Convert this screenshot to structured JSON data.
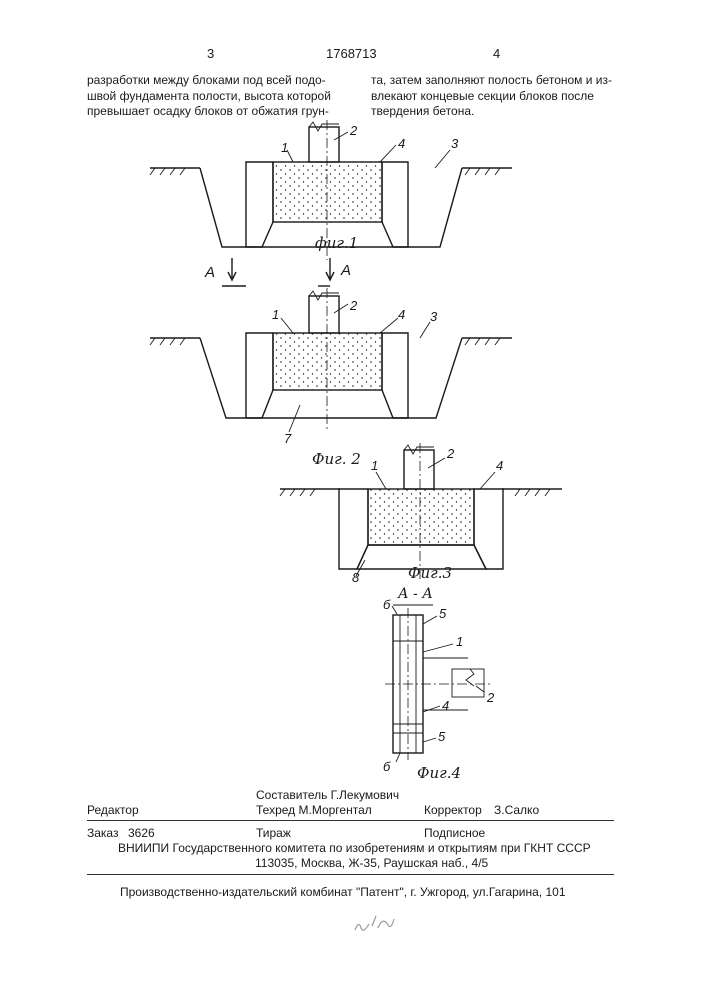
{
  "header": {
    "page_left": "3",
    "patent_number": "1768713",
    "page_right": "4"
  },
  "left_column": [
    "разработки между блоками под всей подо-",
    "швой фундамента полости, высота которой",
    "превышает осадку блоков от обжатия грун-"
  ],
  "right_column": [
    "та, затем заполняют полость бетоном и из-",
    "влекают концевые секции блоков после",
    "твердения бетона."
  ],
  "figures": {
    "fig1": {
      "caption": "фиг.1",
      "labels": [
        "1",
        "2",
        "4",
        "3"
      ]
    },
    "section_marks": [
      "А",
      "А"
    ],
    "fig2": {
      "caption": "Фиг. 2",
      "labels": [
        "1",
        "2",
        "4",
        "3",
        "7"
      ]
    },
    "fig3": {
      "caption": "Фиг.3",
      "labels": [
        "1",
        "2",
        "4",
        "8"
      ]
    },
    "fig4": {
      "caption": "Фиг.4",
      "title": "А - А",
      "labels": [
        "б",
        "5",
        "1",
        "2",
        "4",
        "5",
        "б"
      ]
    }
  },
  "footer": {
    "compiler": "Составитель Г.Лекумович",
    "editor_label": "Редактор",
    "techred": "Техред М.Моргентал",
    "corrector": "Корректор",
    "corrector_name": "З.Салко",
    "order": "Заказ",
    "order_number": "3626",
    "circulation": "Тираж",
    "subscription": "Подписное",
    "org_line": "ВНИИПИ Государственного комитета по изобретениям и открытиям при ГКНТ СССР",
    "address": "113035, Москва, Ж-35, Раушская наб., 4/5",
    "publisher": "Производственно-издательский комбинат \"Патент\", г. Ужгород, ул.Гагарина, 101"
  },
  "colors": {
    "ink": "#1a1a1a",
    "rule": "#333333",
    "signature": "#9a9a9a"
  }
}
